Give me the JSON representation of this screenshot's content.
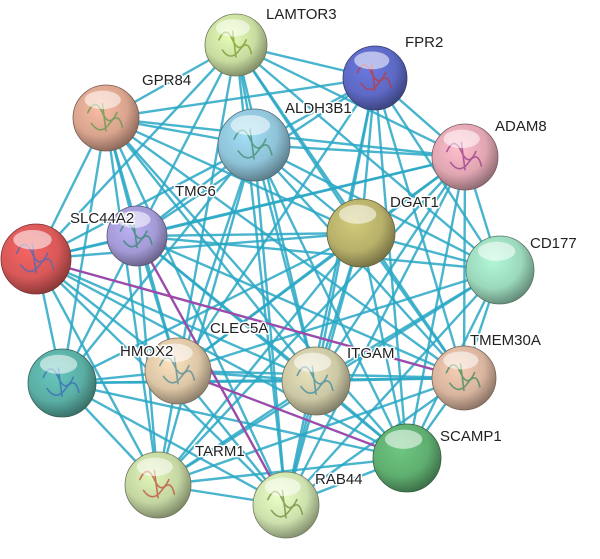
{
  "colors": {
    "edge": "#29a7c4",
    "edge_alt": "#b03aa6",
    "label": "#222222",
    "background": "#ffffff"
  },
  "nodes": [
    {
      "id": "LAMTOR3",
      "label": "LAMTOR3",
      "color": "#c8dca0",
      "glyph": "#7a9a2e"
    },
    {
      "id": "FPR2",
      "label": "FPR2",
      "color": "#5d69c4",
      "glyph": "#c23a3a"
    },
    {
      "id": "GPR84",
      "label": "GPR84",
      "color": "#d9a48e",
      "glyph": "#5a9a4a"
    },
    {
      "id": "ALDH3B1",
      "label": "ALDH3B1",
      "color": "#8fc3d8",
      "glyph": "#3d8a6a"
    },
    {
      "id": "ADAM8",
      "label": "ADAM8",
      "color": "#e0a6b2",
      "glyph": "#9a3a8a"
    },
    {
      "id": "TMC6",
      "label": "TMC6",
      "color": "",
      "glyph": ""
    },
    {
      "id": "DGAT1",
      "label": "DGAT1",
      "color": "#b7b06a",
      "glyph": ""
    },
    {
      "id": "SLC44A2",
      "label": "SLC44A2",
      "color": "#a49ad6",
      "glyph": "#2e8a6a"
    },
    {
      "id": "CD177",
      "label": "CD177",
      "color": "#9bd8bc",
      "glyph": ""
    },
    {
      "id": "unlabeled_red",
      "label": "",
      "color": "#d85858",
      "glyph": "#4a6ab8"
    },
    {
      "id": "CLEC5A",
      "label": "CLEC5A",
      "color": "",
      "glyph": ""
    },
    {
      "id": "TMEM30A",
      "label": "TMEM30A",
      "color": "#d8b49e",
      "glyph": "#3a8a5a"
    },
    {
      "id": "HMOX2",
      "label": "HMOX2",
      "color": "#dcc6a6",
      "glyph": "#4a8a9a"
    },
    {
      "id": "ITGAM",
      "label": "ITGAM",
      "color": "#ccc7a4",
      "glyph": "#3a8aa0"
    },
    {
      "id": "unlabeled_teal",
      "label": "",
      "color": "#5aaea4",
      "glyph": "#3a6ab8"
    },
    {
      "id": "SCAMP1",
      "label": "SCAMP1",
      "color": "#5fae70",
      "glyph": ""
    },
    {
      "id": "TARM1",
      "label": "TARM1",
      "color": "#c4d6a2",
      "glyph": "#c04a3a"
    },
    {
      "id": "RAB44",
      "label": "RAB44",
      "color": "#cde1ad",
      "glyph": "#6a8a3a"
    }
  ]
}
